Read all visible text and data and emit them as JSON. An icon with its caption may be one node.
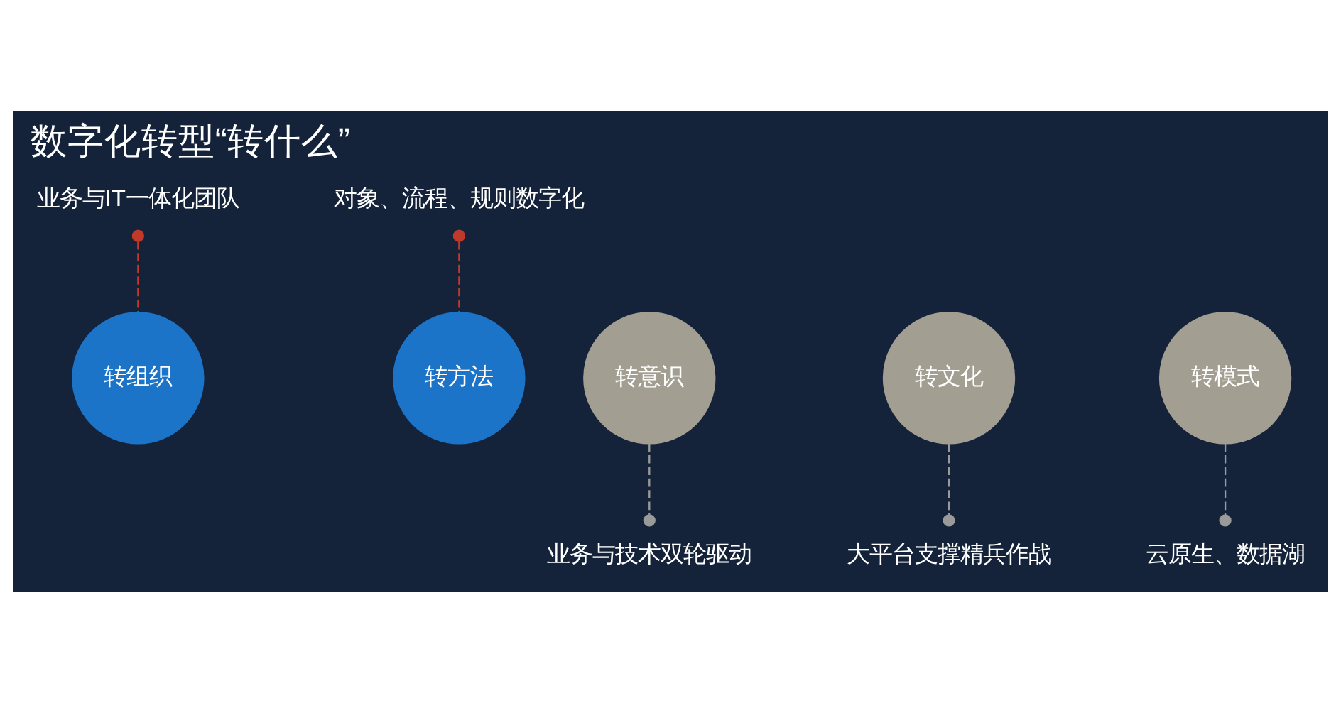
{
  "diagram": {
    "title": "数字化转型“转什么”",
    "nodes": [
      {
        "text": [
          "业务与IT一体化团队"
        ]
      },
      {
        "text": [
          "对象、流程、规则数字化"
        ]
      },
      {
        "text": [
          "转意识"
        ]
      },
      {
        "text": [
          "转组织"
        ]
      },
      {
        "text": [
          "转文化"
        ]
      },
      {
        "text": [
          "转方法"
        ]
      },
      {
        "text": [
          "转模式"
        ]
      },
      {
        "text": [
          "业务与技术双轮驱动"
        ]
      },
      {
        "text": [
          "大平台支撑精兵作战"
        ]
      },
      {
        "text": [
          "云原生、数据湖"
        ]
      }
    ],
    "edges": [
      {
        "from": 3,
        "to": 0,
        "arrow": "other",
        "style": "dashed",
        "color": "#c0392b"
      },
      {
        "from": 5,
        "to": 1,
        "arrow": "other",
        "style": "dashed",
        "color": "#c0392b"
      },
      {
        "from": 2,
        "to": 7,
        "arrow": "other",
        "style": "dashed"
      },
      {
        "from": 4,
        "to": 8,
        "arrow": "other",
        "style": "dashed"
      },
      {
        "from": 6,
        "to": 9,
        "arrow": "other",
        "style": "dashed"
      }
    ]
  }
}
